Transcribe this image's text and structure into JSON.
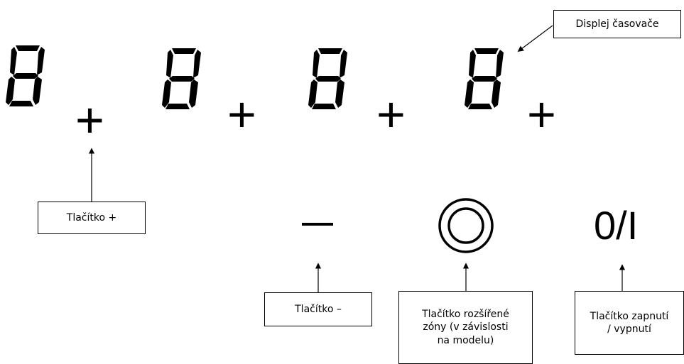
{
  "displays": [
    {
      "digit": "8",
      "plus_symbol": "+"
    },
    {
      "digit": "8",
      "plus_symbol": "+"
    },
    {
      "digit": "8",
      "plus_symbol": "+"
    },
    {
      "digit": "8",
      "plus_symbol": "+"
    }
  ],
  "controls": {
    "minus_symbol": "—",
    "extended_zone_symbol": "◎",
    "power_symbol": "0/I"
  },
  "callouts": {
    "timer_display": "Displej časovače",
    "plus_button": "Tlačítko +",
    "minus_button": "Tlačítko –",
    "extended_zone_button": "Tlačítko rozšířené\nzóny (v závislosti\nna modelu)",
    "power_button": "Tlačítko zapnutí\n/ vypnutí"
  },
  "colors": {
    "foreground": "#000000",
    "background": "#ffffff"
  }
}
